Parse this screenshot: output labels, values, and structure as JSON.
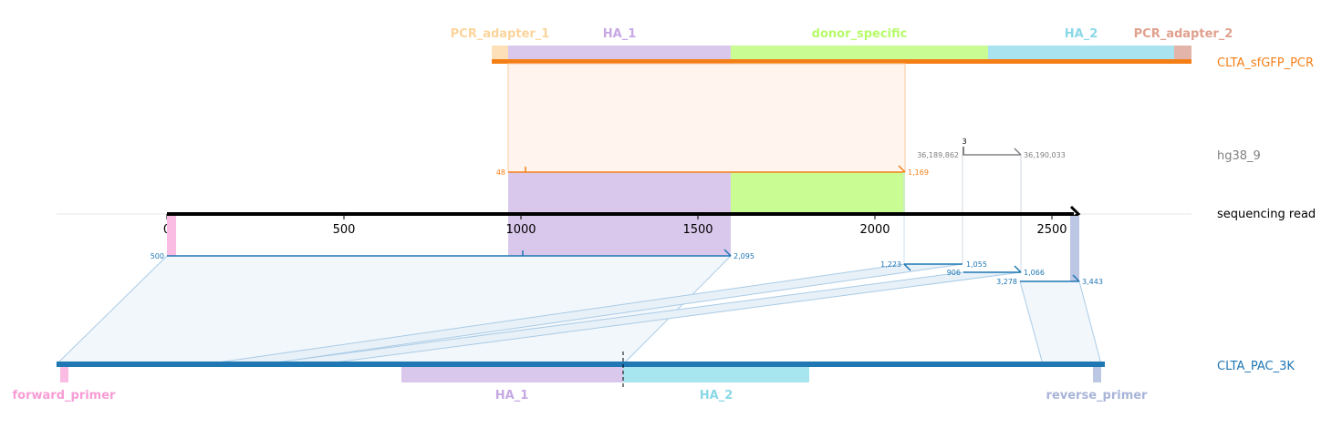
{
  "tracks": {
    "pcr": "CLTA_sfGFP_PCR",
    "genome": "hg38_9",
    "read": "sequencing read",
    "plasmid": "CLTA_PAC_3K"
  },
  "read_axis": {
    "ticks": [
      "0",
      "500",
      "1000",
      "1500",
      "2000",
      "2500"
    ]
  },
  "pcr_features": [
    {
      "name": "PCR_adapter_1",
      "color": "#fbd49b"
    },
    {
      "name": "HA_1",
      "color": "#c6a8e3"
    },
    {
      "name": "donor_specific",
      "color": "#b6fb6a"
    },
    {
      "name": "HA_2",
      "color": "#8ad8e6"
    },
    {
      "name": "PCR_adapter_2",
      "color": "#e0a08e"
    }
  ],
  "plasmid_features": [
    {
      "name": "forward_primer",
      "color": "#f79cd4"
    },
    {
      "name": "HA_1",
      "color": "#c6a8e3"
    },
    {
      "name": "HA_2",
      "color": "#8ad8e6"
    },
    {
      "name": "reverse_primer",
      "color": "#a8b4d8"
    }
  ],
  "alignments": {
    "pcr_read": {
      "start": "48",
      "end": "1,169",
      "color": "#f57f17"
    },
    "genome_read": {
      "start": "36,189,862",
      "end": "36,190,033",
      "mismatch": "3",
      "color": "#808080"
    },
    "plasmid_read_1": {
      "start": "500",
      "end": "2,095",
      "color": "#1f77b4"
    },
    "plasmid_read_2": {
      "start": "1,223",
      "end": "1,055"
    },
    "plasmid_read_3": {
      "start": "906",
      "end": "1,066"
    },
    "plasmid_read_4": {
      "start": "3,278",
      "end": "3,443"
    }
  },
  "colors": {
    "pcr_track": "#f57f17",
    "plasmid_track": "#1f77b4",
    "genome": "#808080",
    "read": "#000000"
  }
}
